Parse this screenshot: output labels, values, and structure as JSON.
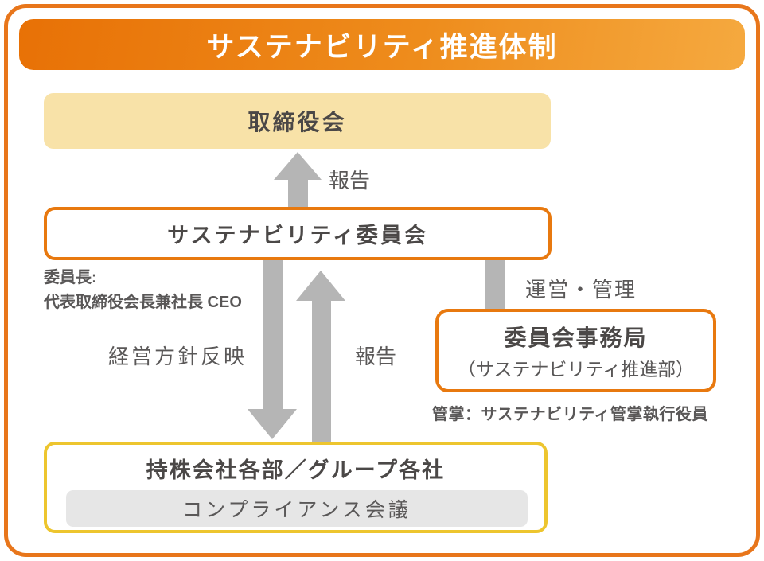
{
  "page": {
    "title": "サステナビリティ推進体制"
  },
  "colors": {
    "header_gradient_left": "#e87106",
    "header_gradient_right": "#f5a93f",
    "frame_orange": "#e8761b",
    "box_border_orange": "#e8790f",
    "box_border_yellow": "#edc52e",
    "board_fill_cream": "#f8e2a8",
    "compliance_fill_gray": "#e6e6e6",
    "arrow_gray": "#b5b5b5",
    "title_text": "#4b4847",
    "label_text": "#595757"
  },
  "nodes": {
    "board": {
      "label": "取締役会"
    },
    "committee": {
      "label": "サステナビリティ委員会",
      "chair_line1": "委員長:",
      "chair_line2": "代表取締役会長兼社長 CEO"
    },
    "secretariat": {
      "title": "委員会事務局",
      "subtitle": "（サステナビリティ推進部）",
      "note": "管掌：サステナビリティ管掌執行役員"
    },
    "group": {
      "title": "持株会社各部／グループ各社",
      "inner_label": "コンプライアンス会議"
    }
  },
  "edges": {
    "report_to_board": "報告",
    "policy_reflection": "経営方針反映",
    "report_to_committee": "報告",
    "operate_manage": "運営・管理"
  }
}
